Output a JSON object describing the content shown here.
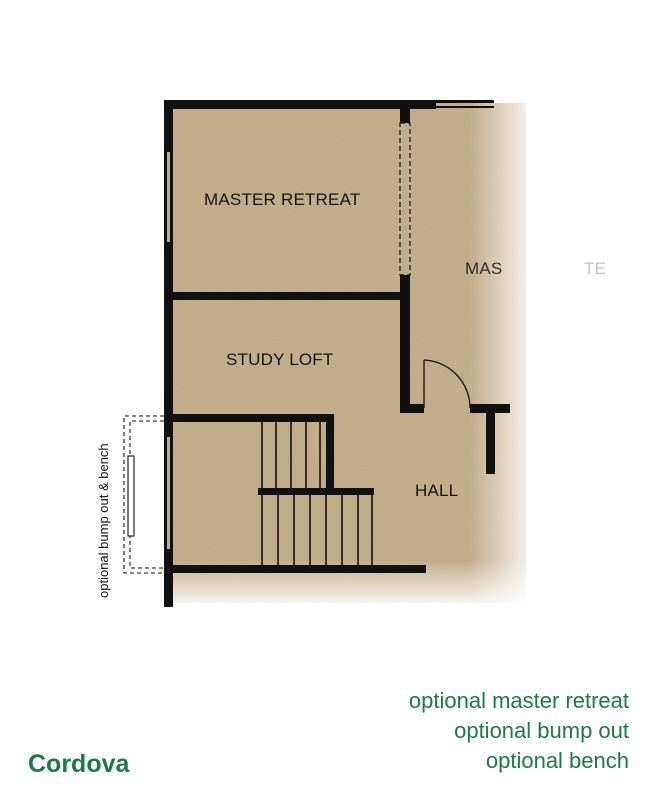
{
  "rooms": {
    "master_retreat": "MASTER RETREAT",
    "master_suite_partial": "MAS",
    "master_suite_partial_2": "TE",
    "study_loft": "STUDY LOFT",
    "hall": "HALL"
  },
  "annotation": {
    "bump_out": "optional bump out & bench"
  },
  "options": [
    "optional master retreat",
    "optional bump out",
    "optional bench"
  ],
  "plan_name": "Cordova",
  "colors": {
    "floor": "#c9b38e",
    "wall": "#111111",
    "accent": "#1d7a45"
  }
}
